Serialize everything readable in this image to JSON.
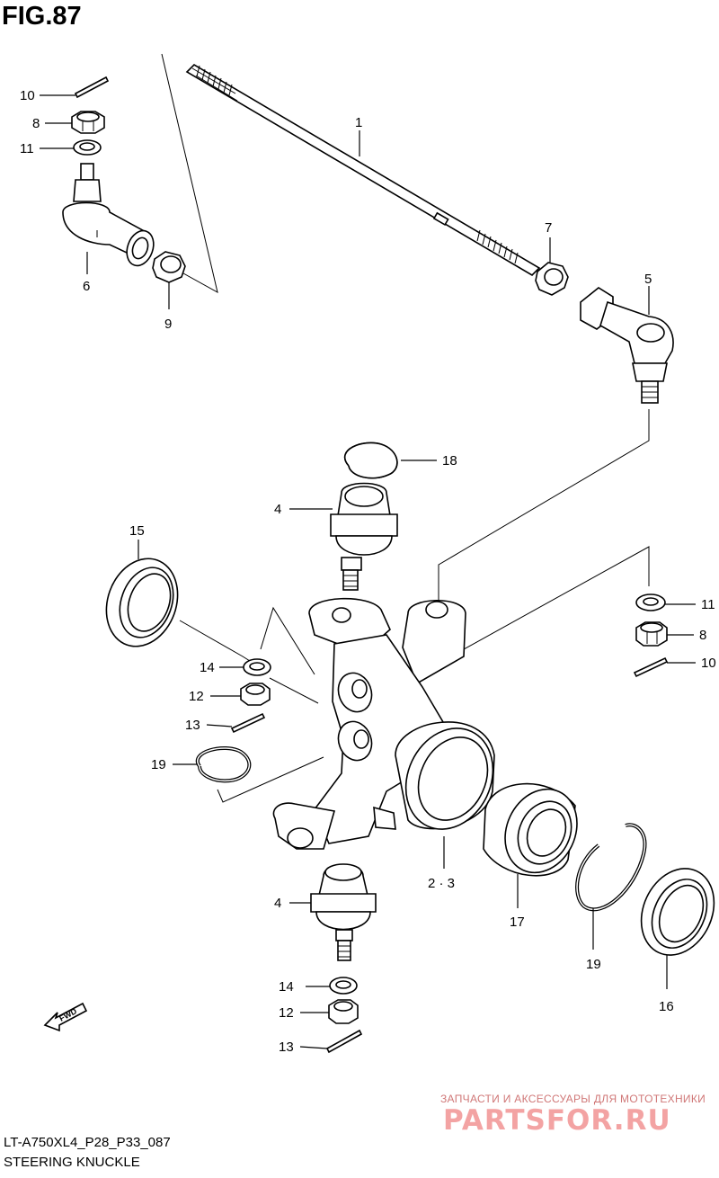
{
  "figure": {
    "title": "FIG.87",
    "drawing_code": "LT-A750XL4_P28_P33_087",
    "section_name": "STEERING KNUCKLE"
  },
  "callouts": {
    "tie_rod": "1",
    "knuckle_left": "2 · 3",
    "ball_joint_upper": "4",
    "ball_joint_lower": "4",
    "tie_rod_end_right": "5",
    "tie_rod_end_left": "6",
    "locknut": "7",
    "castle_nut_top_left": "8",
    "castle_nut_right": "8",
    "lock_nut_left": "9",
    "cotter_pin_top_left": "10",
    "cotter_pin_right": "10",
    "washer_top_left": "11",
    "washer_right": "11",
    "nut_middle": "12",
    "nut_bottom": "12",
    "pin_middle": "13",
    "pin_bottom": "13",
    "washer_middle": "14",
    "washer_bottom": "14",
    "oil_seal_left": "15",
    "oil_seal_right": "16",
    "bearing": "17",
    "circlip_top": "18",
    "circlip_left": "19",
    "circlip_right": "19"
  },
  "fwd_label": "FWD",
  "watermark": {
    "tagline": "ЗАПЧАСТИ И АКСЕССУАРЫ ДЛЯ МОТОТЕХНИКИ",
    "brand": "PARTSFOR.RU",
    "color": "#f3a3a3"
  }
}
